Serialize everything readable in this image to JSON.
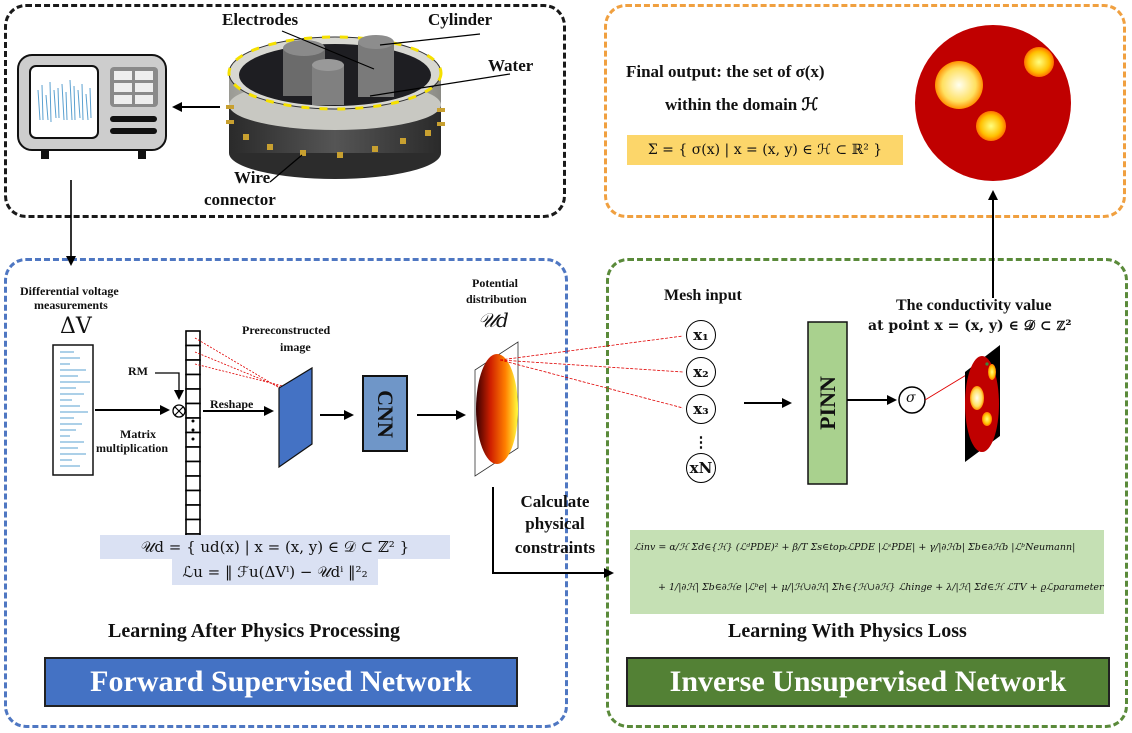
{
  "hardware": {
    "labels": {
      "electrodes": "Electrodes",
      "cylinder": "Cylinder",
      "water": "Water",
      "wire_connector_1": "Wire",
      "wire_connector_2": "connector"
    }
  },
  "output_panel": {
    "title_line1": "Final output: the set of σ(x)",
    "title_line2": "within the domain ℋ",
    "formula": "Σ = { σ(x) | x = (x, y) ∈ ℋ ⊂ ℝ² }",
    "highlight_color": "#fcd66a"
  },
  "forward_panel": {
    "measure_label_1": "Differential voltage",
    "measure_label_2": "measurements",
    "delta_v": "ΔV",
    "rm_label": "RM",
    "matrix_label_1": "Matrix",
    "matrix_label_2": "multiplication",
    "reshape_label": "Reshape",
    "prerecon_label_1": "Prereconstructed",
    "prerecon_label_2": "image",
    "cnn_label": "CNN",
    "potential_label_1": "Potential",
    "potential_label_2": "distribution",
    "potential_symbol": "𝒰d",
    "formula_line1": "𝒰d = { ud(x) | x = (x, y) ∈ 𝒟 ⊂ ℤ² }",
    "formula_line2": "ℒu = ‖ ℱu(ΔVⁱ) − 𝒰dⁱ ‖²₂",
    "subtitle": "Learning After Physics Processing",
    "banner": "Forward Supervised Network",
    "banner_color": "#4472c4",
    "formula_bg": "#dae1f3"
  },
  "bridge": {
    "calc_1": "Calculate",
    "calc_2": "physical",
    "calc_3": "constraints"
  },
  "inverse_panel": {
    "mesh_label": "Mesh input",
    "nodes": [
      "x₁",
      "x₂",
      "x₃",
      "⋮",
      "xN"
    ],
    "pinn_label": "PINN",
    "sigma": "σ",
    "cond_line1": "The conductivity value",
    "cond_line2": "at point x = (x, y) ∈ 𝒟 ⊂ ℤ²",
    "loss_line1": "ℒinv = α/ℋ Σd∈{ℋ} (ℒᵈPDE)² + β/T Σs∈topₜℒPDE |ℒˢPDE| + γ/|∂ℋb| Σb∈∂ℋb |ℒᵇNeumann|",
    "loss_line2": "+ 1/|∂ℋ| Σb∈∂ℋe |ℒᵇe| + μ/|ℋ∪∂ℋ| Σh∈{ℋ∪∂ℋ} ℒhinge + λ/|ℋ| Σd∈ℋ ℒTV + ϱℒparameter",
    "subtitle": "Learning With Physics Loss",
    "banner": "Inverse Unsupervised Network",
    "banner_color": "#538135",
    "loss_bg": "#c5e0b4",
    "pinn_color": "#a9d18e"
  }
}
